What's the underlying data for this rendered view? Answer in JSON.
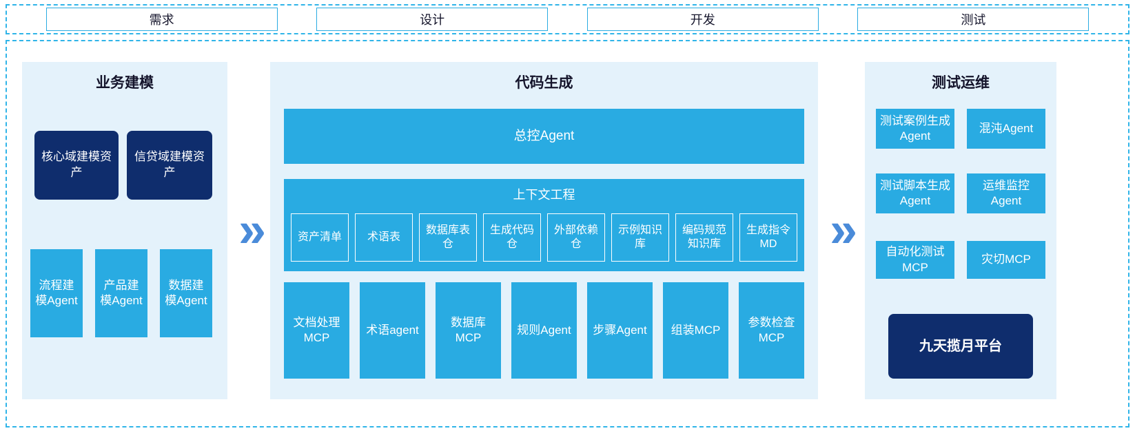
{
  "colors": {
    "cyan": "#29abe2",
    "navy": "#0f2d6d",
    "panel_bg": "#e4f2fb",
    "dashed": "#2fb4e8",
    "arrow": "#4a8bd9"
  },
  "arrow_icon": "»",
  "top_phases": [
    "需求",
    "设计",
    "开发",
    "测试"
  ],
  "business_modeling": {
    "title": "业务建模",
    "assets": [
      "核心域建模资产",
      "信贷域建模资产"
    ],
    "agents": [
      "流程建模Agent",
      "产品建模Agent",
      "数据建模Agent"
    ]
  },
  "code_generation": {
    "title": "代码生成",
    "master_agent": "总控Agent",
    "context": {
      "title": "上下文工程",
      "items": [
        "资产清单",
        "术语表",
        "数据库表仓",
        "生成代码仓",
        "外部依赖仓",
        "示例知识库",
        "编码规范知识库",
        "生成指令MD"
      ]
    },
    "tools": [
      "文档处理MCP",
      "术语agent",
      "数据库MCP",
      "规则Agent",
      "步骤Agent",
      "组装MCP",
      "参数检查MCP"
    ]
  },
  "test_ops": {
    "title": "测试运维",
    "boxes": [
      "测试案例生成Agent",
      "混沌Agent",
      "测试脚本生成Agent",
      "运维监控Agent",
      "自动化测试MCP",
      "灾切MCP"
    ],
    "platform": "九天揽月平台"
  }
}
